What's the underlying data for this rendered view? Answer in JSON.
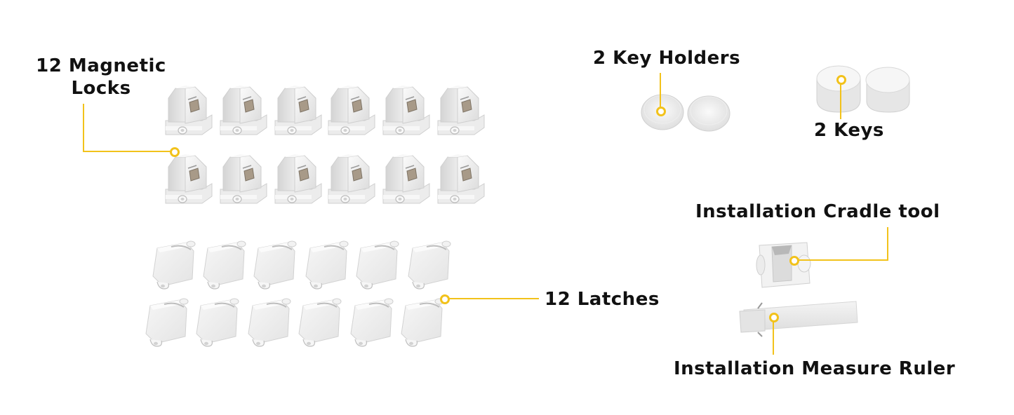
{
  "diagram": {
    "type": "product-contents",
    "accent_color": "#f2c21b",
    "background": "#ffffff"
  },
  "items": {
    "magnetic_locks": {
      "label_line1": "12 Magnetic",
      "label_line2": "Locks",
      "count": 12
    },
    "latches": {
      "label": "12 Latches",
      "count": 12
    },
    "key_holders": {
      "label": "2 Key Holders",
      "count": 2
    },
    "keys": {
      "label": "2 Keys",
      "count": 2
    },
    "cradle_tool": {
      "label": "Installation Cradle tool",
      "count": 1
    },
    "measure_ruler": {
      "label": "Installation Measure Ruler",
      "count": 1
    }
  }
}
